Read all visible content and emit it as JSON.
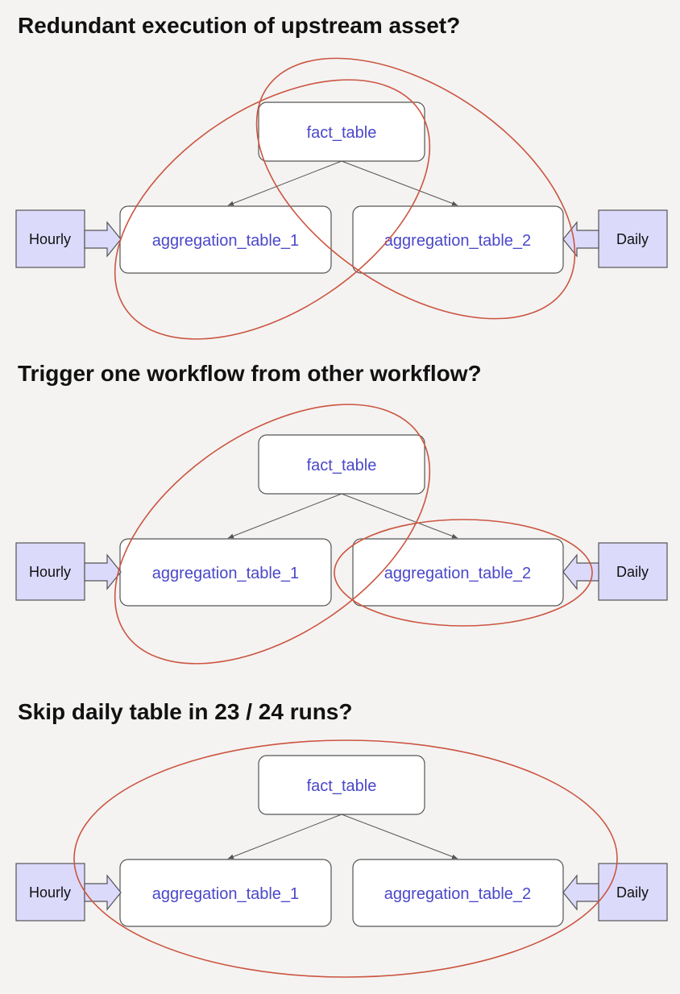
{
  "colors": {
    "node_text": "#4a47c9",
    "trigger_fill": "#dcdafb",
    "ellipse_stroke": "#cc5540",
    "background": "#f4f3f2"
  },
  "sections": [
    {
      "title": "Redundant execution of upstream asset?",
      "nodes": {
        "upstream": "fact_table",
        "left": "aggregation_table_1",
        "right": "aggregation_table_2"
      },
      "triggers": {
        "left": "Hourly",
        "right": "Daily"
      }
    },
    {
      "title": "Trigger one workflow from other workflow?",
      "nodes": {
        "upstream": "fact_table",
        "left": "aggregation_table_1",
        "right": "aggregation_table_2"
      },
      "triggers": {
        "left": "Hourly",
        "right": "Daily"
      }
    },
    {
      "title": "Skip daily table in 23 / 24 runs?",
      "nodes": {
        "upstream": "fact_table",
        "left": "aggregation_table_1",
        "right": "aggregation_table_2"
      },
      "triggers": {
        "left": "Hourly",
        "right": "Daily"
      }
    }
  ]
}
